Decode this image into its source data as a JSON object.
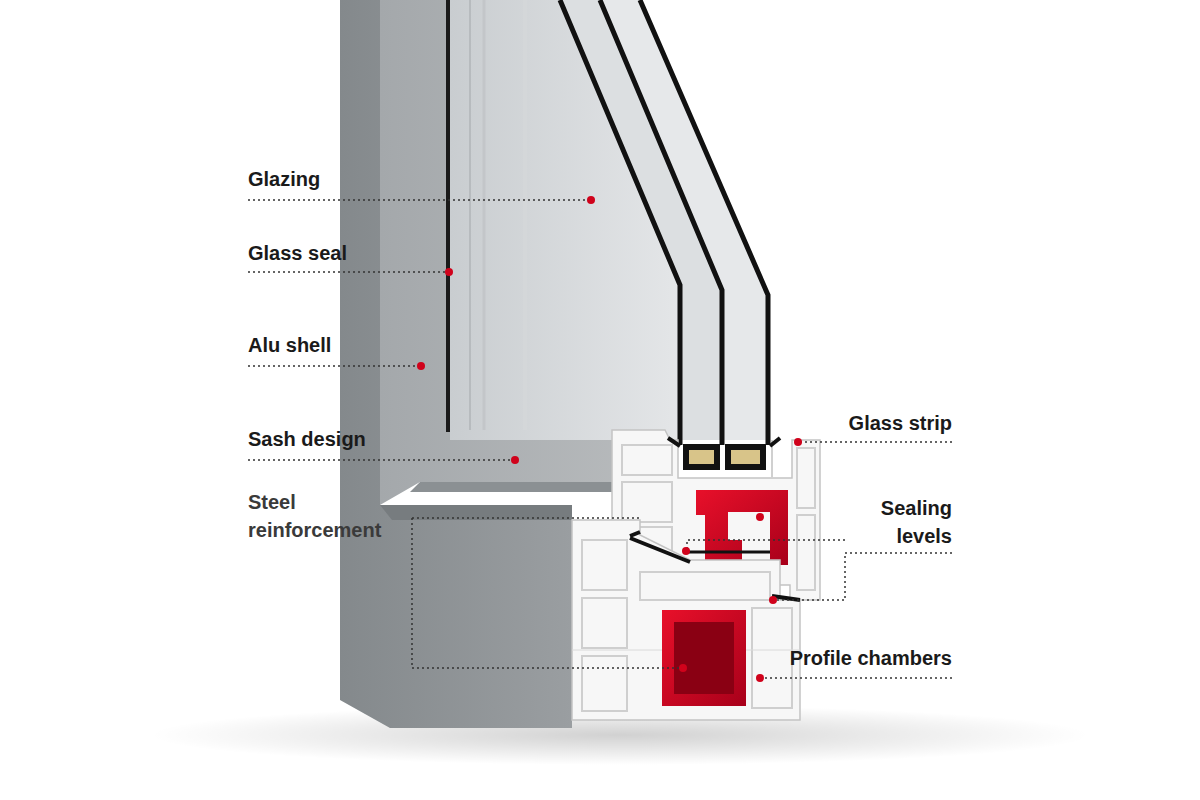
{
  "diagram": {
    "labels": [
      "Glazing",
      "Glass seal",
      "Alu shell",
      "Sash design",
      "Steel reinforcement",
      "Glass strip",
      "Sealing levels",
      "Profile chambers"
    ]
  }
}
